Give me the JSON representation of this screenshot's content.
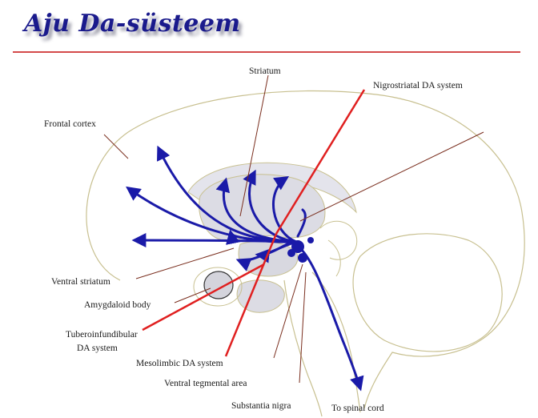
{
  "title": "Aju Da-süsteem",
  "labels": {
    "striatum": "Striatum",
    "nigrostriatal": "Nigrostriatal DA system",
    "frontal_cortex": "Frontal cortex",
    "ventral_striatum": "Ventral striatum",
    "amygdaloid": "Amygdaloid body",
    "tubero_1": "Tuberoinfundibular",
    "tubero_2": "DA system",
    "mesolimbic": "Mesolimbic DA system",
    "vta": "Ventral tegmental area",
    "substantia_nigra": "Substantia nigra",
    "spinal": "To spinal cord"
  },
  "colors": {
    "pathway": "#1a1aa8",
    "pointer_red": "#e02020",
    "pointer_brown": "#7a2e1e",
    "outline": "#c8c090",
    "region_fill": "#dcdce4"
  }
}
